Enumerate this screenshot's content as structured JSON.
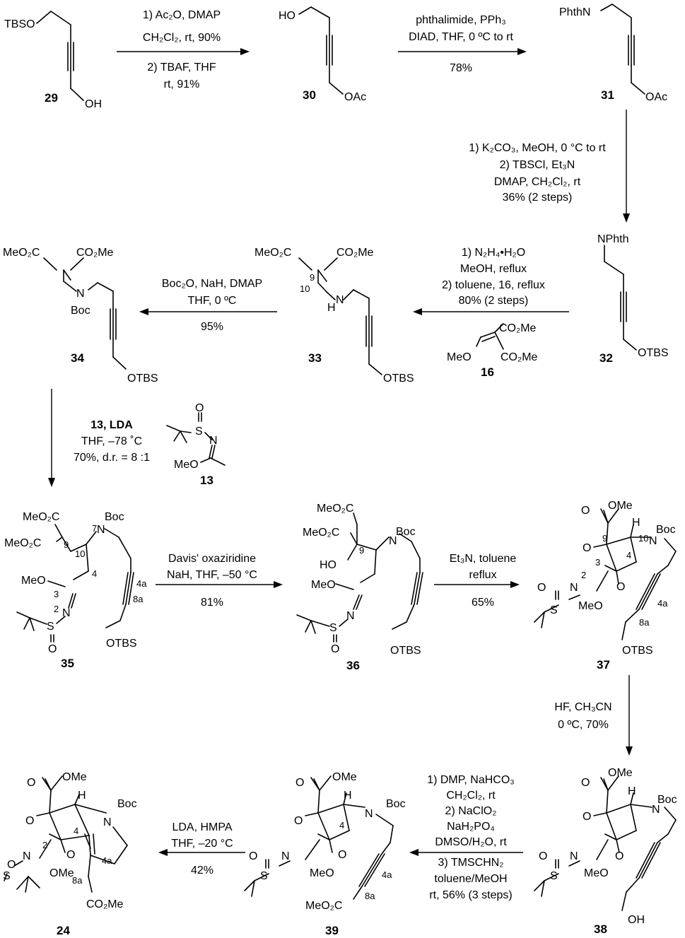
{
  "compounds": {
    "c29": {
      "id": "29",
      "labels": [
        "TBSO",
        "OH"
      ]
    },
    "c30": {
      "id": "30",
      "labels": [
        "HO",
        "OAc"
      ]
    },
    "c31": {
      "id": "31",
      "labels": [
        "PhthN",
        "OAc"
      ]
    },
    "c32": {
      "id": "32",
      "labels": [
        "NPhth",
        "OTBS"
      ]
    },
    "c33": {
      "id": "33",
      "labels": [
        "MeO₂C",
        "CO₂Me",
        "9",
        "10",
        "H",
        "N",
        "OTBS"
      ]
    },
    "c16": {
      "id": "16",
      "labels": [
        "CO₂Me",
        "MeO",
        "CO₂Me"
      ]
    },
    "c34": {
      "id": "34",
      "labels": [
        "MeO₂C",
        "CO₂Me",
        "N",
        "Boc",
        "OTBS"
      ]
    },
    "c13": {
      "id": "13",
      "labels": [
        "O",
        "S",
        "N",
        "MeO"
      ]
    },
    "c35": {
      "id": "35",
      "labels": [
        "MeO₂C",
        "Boc",
        "7",
        "N",
        "MeO₂C",
        "9",
        "10",
        "4",
        "MeO",
        "3",
        "2",
        "N",
        "S",
        "O",
        "4a",
        "8a",
        "OTBS"
      ]
    },
    "c36": {
      "id": "36",
      "labels": [
        "MeO₂C",
        "MeO₂C",
        "Boc",
        "N",
        "9",
        "HO",
        "MeO",
        "N",
        "S",
        "O",
        "OTBS"
      ]
    },
    "c37": {
      "id": "37",
      "labels": [
        "O",
        "OMe",
        "H",
        "10",
        "Boc",
        "9",
        "O",
        "3",
        "N",
        "2",
        "N",
        "4",
        "O",
        "S",
        "O",
        "MeO",
        "4a",
        "8a",
        "OTBS"
      ]
    },
    "c38": {
      "id": "38",
      "labels": [
        "O",
        "OMe",
        "H",
        "Boc",
        "O",
        "N",
        "N",
        "O",
        "S",
        "O",
        "MeO",
        "OH"
      ]
    },
    "c39": {
      "id": "39",
      "labels": [
        "O",
        "OMe",
        "H",
        "Boc",
        "O",
        "N",
        "N",
        "4",
        "O",
        "S",
        "O",
        "MeO",
        "4a",
        "MeO₂C",
        "8a"
      ]
    },
    "c24": {
      "id": "24",
      "labels": [
        "O",
        "OMe",
        "H",
        "Boc",
        "O",
        "N",
        "N",
        "4",
        "O",
        "S",
        "O",
        "OMe",
        "4a",
        "8a",
        "2",
        "CO₂Me"
      ]
    }
  },
  "steps": {
    "s1": {
      "lines": [
        "1) Ac₂O, DMAP",
        "CH₂Cl₂, rt, 90%",
        "2) TBAF, THF",
        "rt, 91%"
      ]
    },
    "s2": {
      "lines": [
        "phthalimide, PPh₃",
        "DIAD, THF,  0 ºC to rt",
        "78%"
      ]
    },
    "s3": {
      "lines": [
        "1) K₂CO₃, MeOH, 0 °C to rt",
        "2) TBSCl, Et₃N",
        "DMAP, CH₂Cl₂,  rt",
        "36% (2 steps)"
      ]
    },
    "s4": {
      "lines": [
        "1) N₂H₄•H₂O",
        "MeOH, reflux",
        "2) toluene, 16, reflux",
        "80% (2 steps)"
      ]
    },
    "s5": {
      "lines": [
        "Boc₂O, NaH, DMAP",
        "THF, 0 ºC",
        "95%"
      ]
    },
    "s6": {
      "lines": [
        "13, LDA",
        "THF, –78 ˚C",
        "70%, d.r. = 8 :1"
      ]
    },
    "s7": {
      "lines": [
        "Davis' oxaziridine",
        "NaH, THF, –50 °C",
        "81%"
      ]
    },
    "s8": {
      "lines": [
        "Et₃N, toluene",
        "reflux",
        "65%"
      ]
    },
    "s9": {
      "lines": [
        "HF, CH₃CN",
        "0 ºC, 70%"
      ]
    },
    "s10": {
      "lines": [
        "1) DMP, NaHCO₃",
        "CH₂Cl₂, rt",
        "2) NaClO₂",
        "NaH₂PO₄",
        "DMSO/H₂O, rt",
        "3) TMSCHN₂",
        "toluene/MeOH",
        "rt, 56% (3 steps)"
      ]
    },
    "s11": {
      "lines": [
        "LDA, HMPA",
        "THF, –20 °C",
        "42%"
      ]
    }
  }
}
